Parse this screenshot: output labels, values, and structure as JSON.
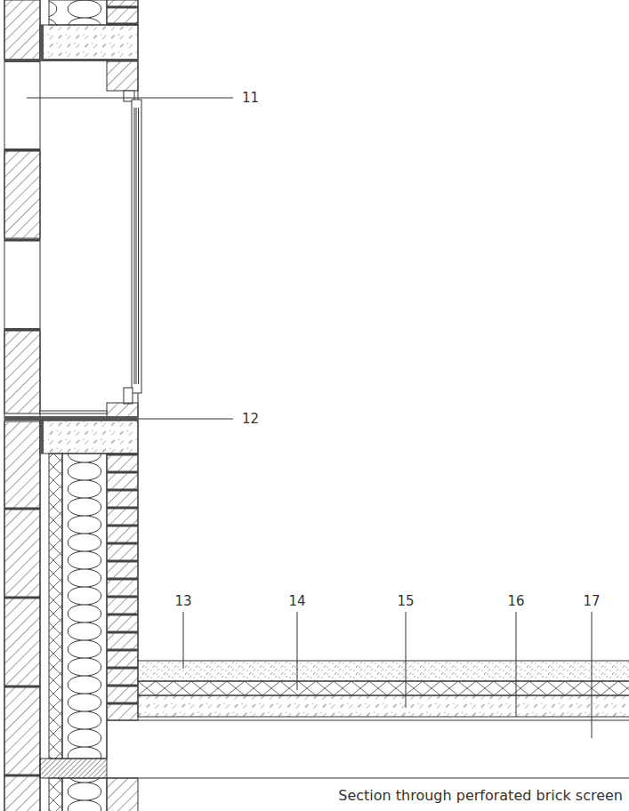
{
  "diagram": {
    "caption": "Section through perforated brick screen",
    "labels": [
      "11",
      "12",
      "13",
      "14",
      "15",
      "16",
      "17"
    ]
  }
}
